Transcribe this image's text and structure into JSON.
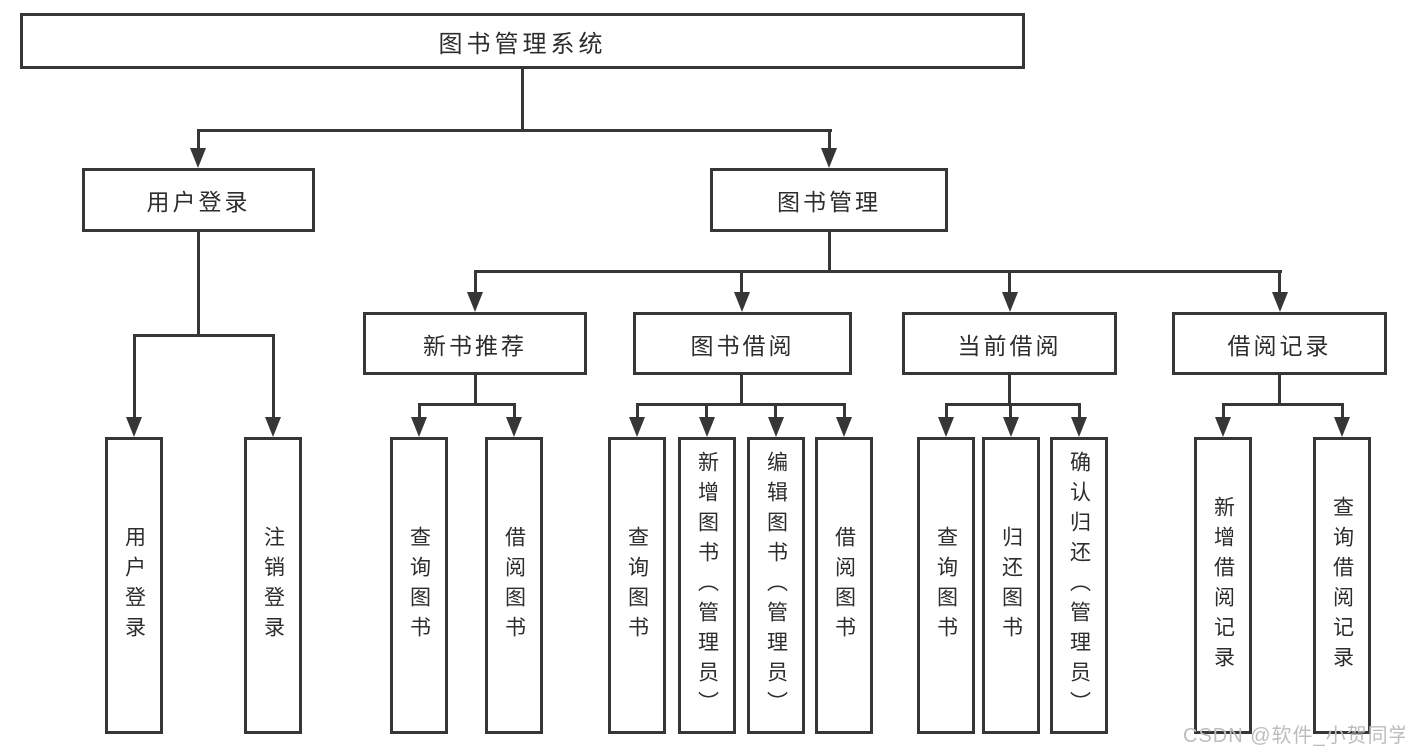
{
  "diagram": {
    "root": {
      "label": "图书管理系统"
    },
    "level2": [
      {
        "label": "用户登录"
      },
      {
        "label": "图书管理"
      }
    ],
    "level3": [
      {
        "label": "新书推荐"
      },
      {
        "label": "图书借阅"
      },
      {
        "label": "当前借阅"
      },
      {
        "label": "借阅记录"
      }
    ],
    "leaves": [
      {
        "label": "用户登录"
      },
      {
        "label": "注销登录"
      },
      {
        "label": "查询图书"
      },
      {
        "label": "借阅图书"
      },
      {
        "label": "查询图书"
      },
      {
        "label": "新增图书（管理员）"
      },
      {
        "label": "编辑图书（管理员）"
      },
      {
        "label": "借阅图书"
      },
      {
        "label": "查询图书"
      },
      {
        "label": "归还图书"
      },
      {
        "label": "确认归还（管理员）"
      },
      {
        "label": "新增借阅记录"
      },
      {
        "label": "查询借阅记录"
      }
    ]
  },
  "watermark": {
    "text": "CSDN @软件_小贺同学"
  },
  "colors": {
    "line": "#363636",
    "text": "#2d2d2d",
    "watermark": "#bdbdbd",
    "bg": "#ffffff"
  }
}
